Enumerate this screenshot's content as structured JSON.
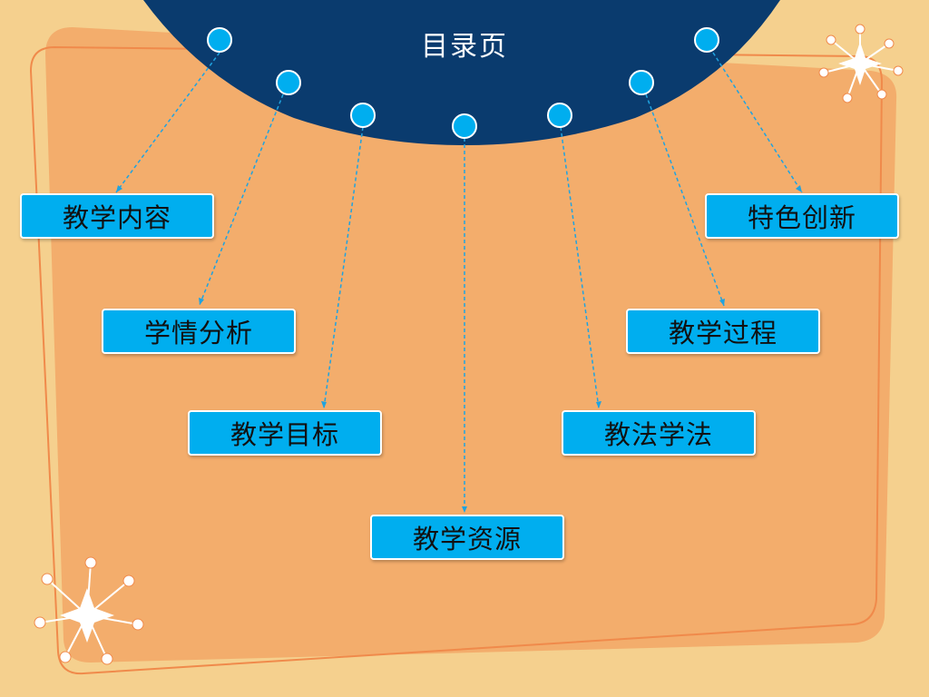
{
  "title": "目录页",
  "nodes": [
    {
      "label": "教学内容"
    },
    {
      "label": "学情分析"
    },
    {
      "label": "教学目标"
    },
    {
      "label": "教学资源"
    },
    {
      "label": "教法学法"
    },
    {
      "label": "教学过程"
    },
    {
      "label": "特色创新"
    }
  ],
  "colors": {
    "background": "#f5d08e",
    "panel": "#f3ad6c",
    "panel_outline": "#f08a4b",
    "arc": "#0a3b6e",
    "box": "#00aeef",
    "connector": "#1fa3e0",
    "dot_fill": "#00aeef",
    "dot_stroke": "#ffffff",
    "star": "#ffffff"
  }
}
